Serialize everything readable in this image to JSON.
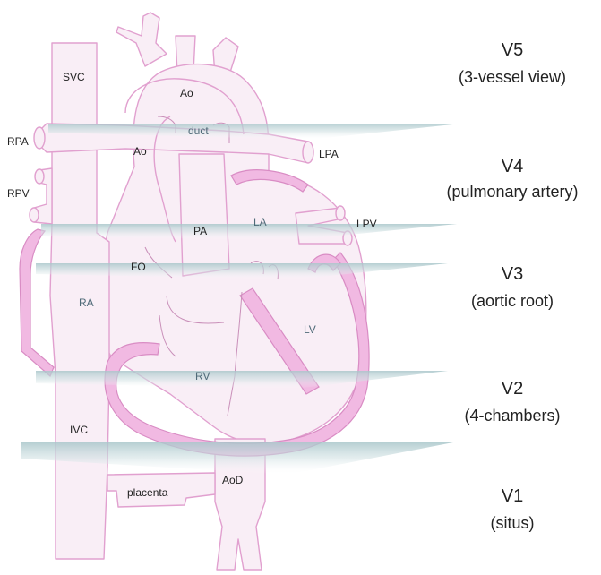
{
  "colors": {
    "vessel_fill": "#f9eef6",
    "vessel_stroke": "#e1a0cf",
    "wall_fill": "#f1b9e2",
    "plane": "#a9c6ca",
    "text": "#222222"
  },
  "anatomy_labels": {
    "svc": "SVC",
    "ivc": "IVC",
    "ao_top": "Ao",
    "ao_mid": "Ao",
    "duct": "duct",
    "rpa": "RPA",
    "lpa": "LPA",
    "rpv": "RPV",
    "lpv": "LPV",
    "pa": "PA",
    "la": "LA",
    "fo": "FO",
    "ra": "RA",
    "lv": "LV",
    "rv": "RV",
    "placenta": "placenta",
    "aod": "AoD"
  },
  "views": [
    {
      "id": "v5",
      "title": "V5",
      "subtitle": "(3-vessel view)"
    },
    {
      "id": "v4",
      "title": "V4",
      "subtitle": "(pulmonary artery)"
    },
    {
      "id": "v3",
      "title": "V3",
      "subtitle": "(aortic root)"
    },
    {
      "id": "v2",
      "title": "V2",
      "subtitle": "(4-chambers)"
    },
    {
      "id": "v1",
      "title": "V1",
      "subtitle": "(situs)"
    }
  ]
}
